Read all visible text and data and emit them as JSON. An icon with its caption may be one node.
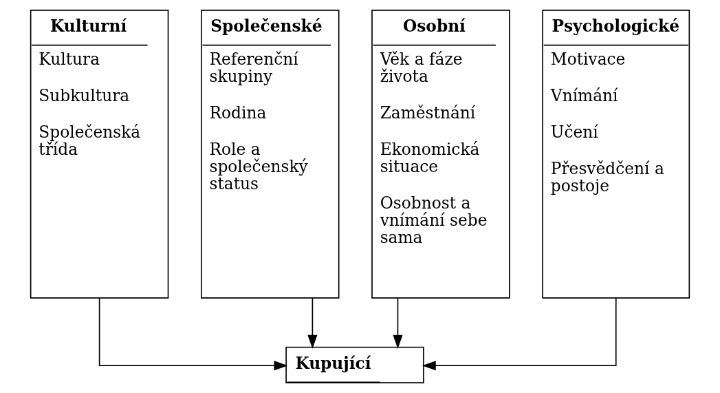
{
  "diagram": {
    "nodes": [
      {
        "text": [
          "Kulturní",
          "Kultura",
          "Subkultura",
          "Společenská třída"
        ]
      },
      {
        "text": [
          "Společenské",
          "Referenční skupiny",
          "Rodina",
          "Role a společenský status"
        ]
      },
      {
        "text": [
          "Osobní",
          "Věk a fáze života",
          "Zaměstnání",
          "Ekonomická situace",
          "Osobnost a vnímání sebe sama"
        ]
      },
      {
        "text": [
          "Psychologické",
          "Motivace",
          "Vnímání",
          "Učení",
          "Přesvědčení a postoje"
        ]
      },
      {
        "text": [
          "Kupující"
        ]
      }
    ],
    "edges": [
      {
        "from": 0,
        "to": 4,
        "arrow": "to"
      },
      {
        "from": 1,
        "to": 4,
        "arrow": "to"
      },
      {
        "from": 2,
        "to": 4,
        "arrow": "to"
      },
      {
        "from": 3,
        "to": 4,
        "arrow": "to"
      }
    ]
  }
}
